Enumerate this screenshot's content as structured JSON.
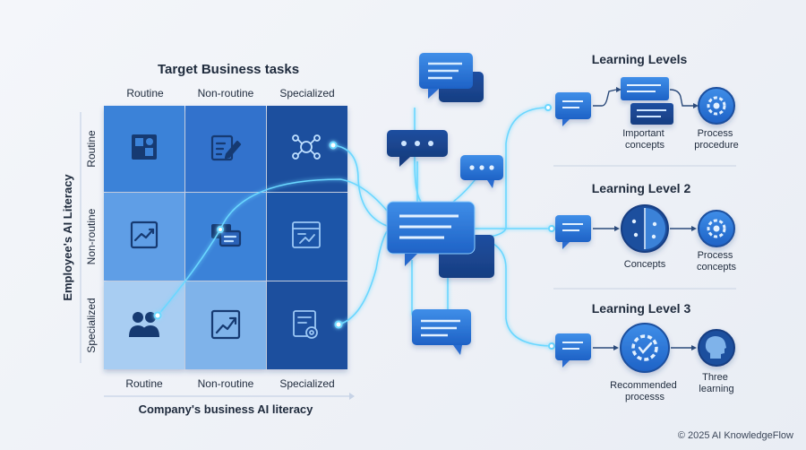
{
  "matrix": {
    "title": "Target Business tasks",
    "columns": [
      "Routine",
      "Non-routine",
      "Specialized"
    ],
    "rows": [
      "Routine",
      "Non-routine",
      "Specialized"
    ],
    "y_axis_label": "Employee's AI Literacy",
    "x_axis_label": "Company's business AI literacy"
  },
  "levels": [
    {
      "title": "Learning Levels",
      "label_a": [
        "Important",
        "concepts"
      ],
      "label_b": [
        "Process",
        "procedure"
      ]
    },
    {
      "title": "Learning Level 2",
      "label_a": [
        "Concepts"
      ],
      "label_b": [
        "Process",
        "concepts"
      ]
    },
    {
      "title": "Learning Level 3",
      "label_a": [
        "Recommended",
        "processs"
      ],
      "label_b": [
        "Three",
        "learning"
      ]
    }
  ],
  "footer": "© 2025 AI KnowledgeFlow",
  "colors": {
    "dark": "#1d4f9e",
    "mid": "#3b82d8",
    "light": "#7fb3ea",
    "lightest": "#a8cdf2",
    "glow": "#6ad7ff"
  }
}
